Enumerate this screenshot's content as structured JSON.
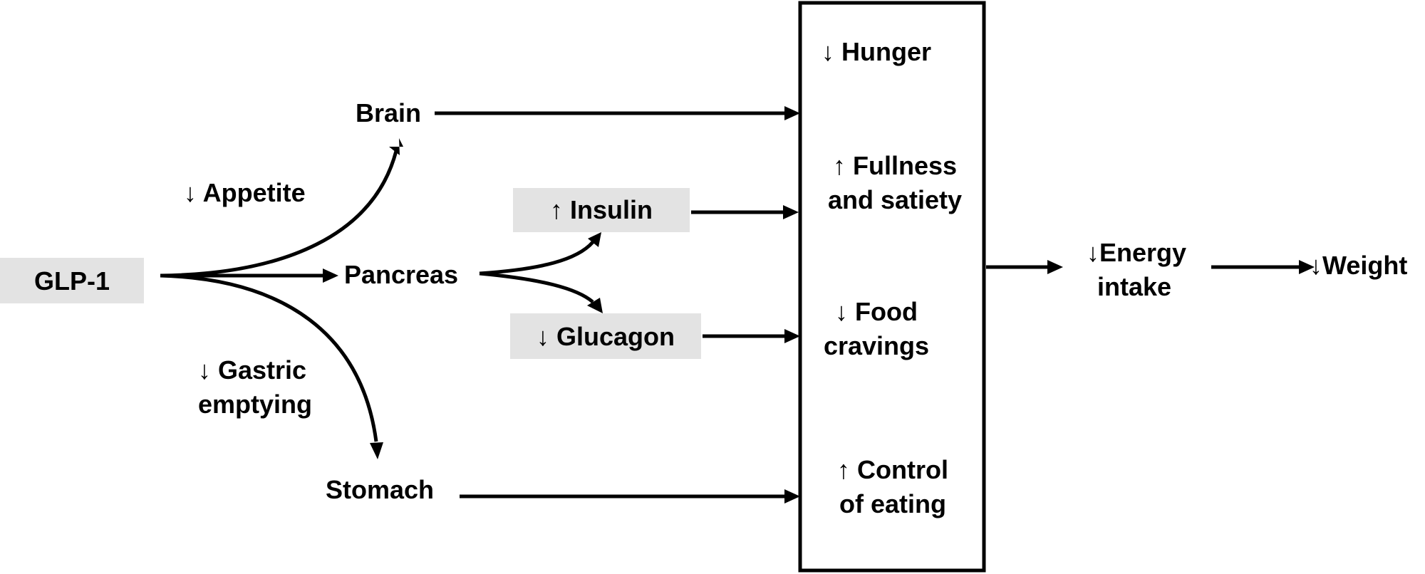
{
  "nodes": {
    "glp1": "GLP-1",
    "brain": "Brain",
    "pancreas": "Pancreas",
    "stomach": "Stomach",
    "insulin": "↑ Insulin",
    "glucagon": "↓ Glucagon"
  },
  "edge_labels": {
    "appetite": "↓ Appetite",
    "gastric": [
      "↓ Gastric",
      "emptying"
    ]
  },
  "effects_box": {
    "hunger": "↓ Hunger",
    "fullness": [
      "↑ Fullness",
      "and satiety"
    ],
    "cravings": [
      "↓ Food",
      "cravings"
    ],
    "control": [
      "↑ Control",
      "of eating"
    ]
  },
  "outcomes": {
    "energy": [
      "↓Energy",
      "intake"
    ],
    "weight": "↓Weight"
  },
  "colors": {
    "box_fill": "#e3e3e3",
    "stroke": "#000000"
  }
}
